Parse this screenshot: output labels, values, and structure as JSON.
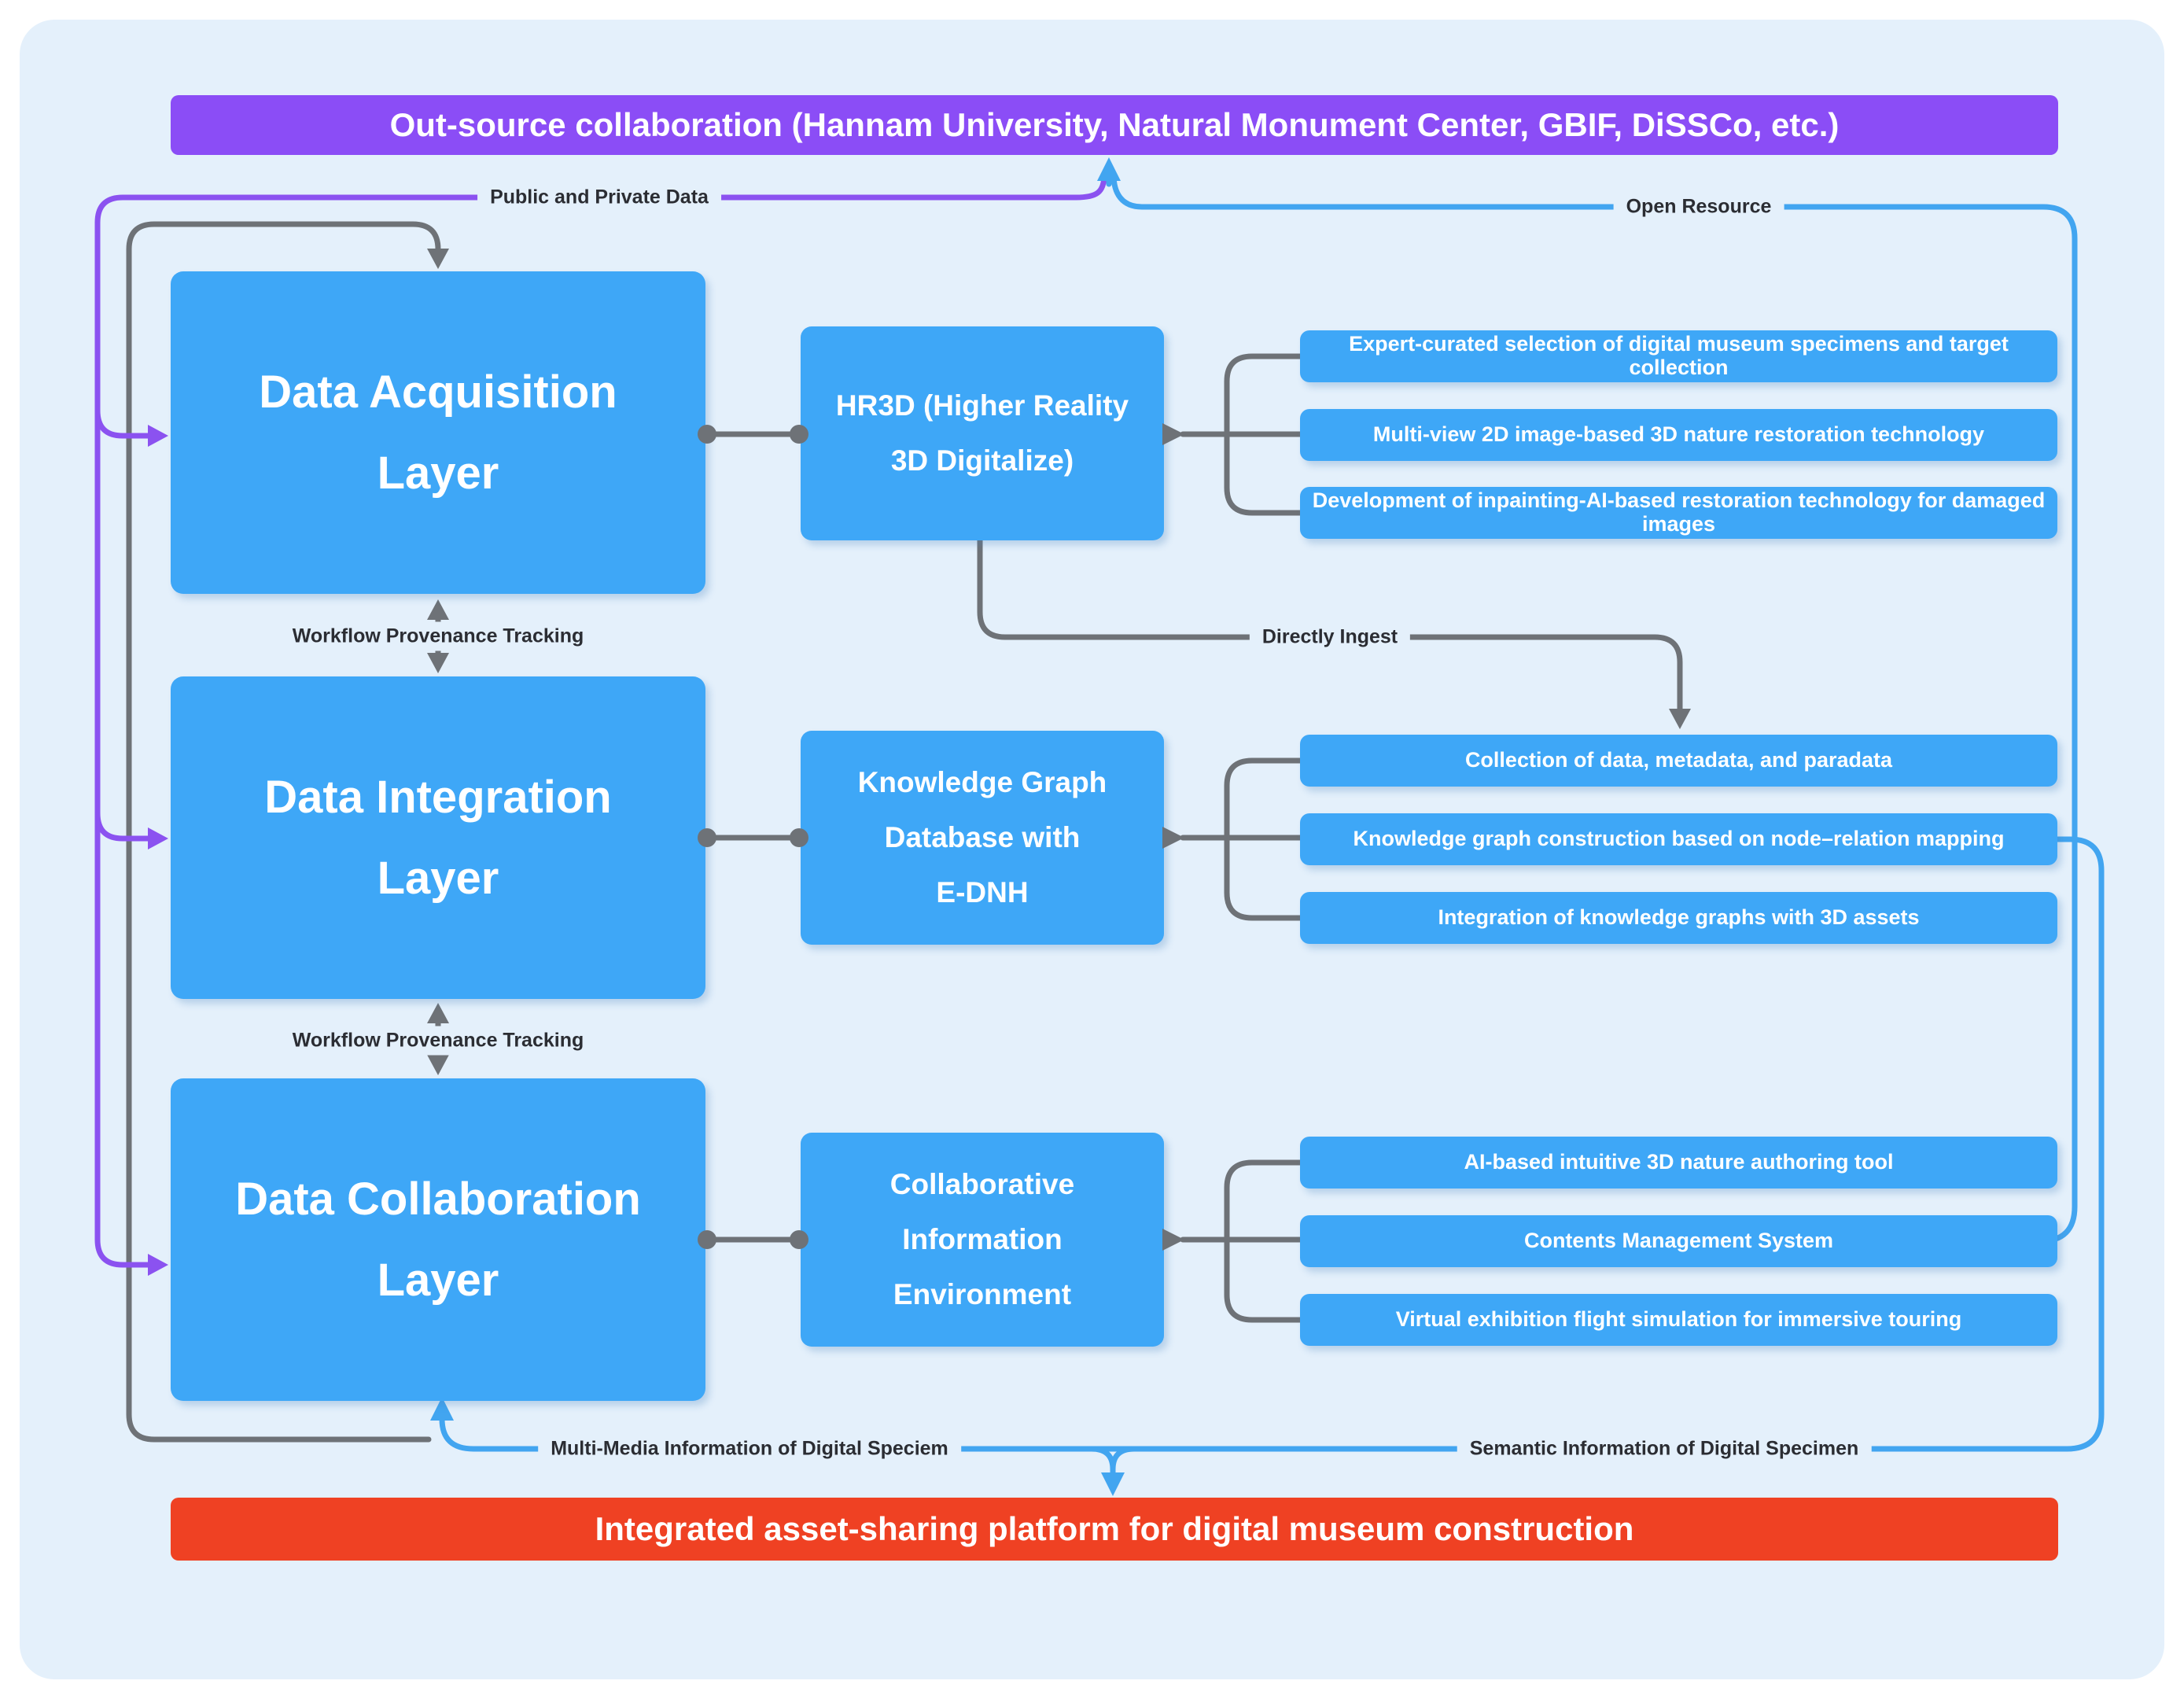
{
  "colors": {
    "page_bg": "#FFFFFF",
    "panel_bg": "#E4F0FB",
    "node_blue": "#3EA7F7",
    "banner_purple": "#8B4DF6",
    "banner_red": "#EF4123",
    "line_gray": "#6E7277",
    "line_purple": "#8B52F0",
    "line_blue": "#42A5F0",
    "label_text": "#2B2D33",
    "node_text": "#FFFFFF"
  },
  "top_banner": "Out-source collaboration (Hannam University, Natural Monument Center, GBIF, DiSSCo, etc.)",
  "bottom_banner": "Integrated asset-sharing platform for digital museum construction",
  "edge_labels": {
    "public_private": "Public and Private Data",
    "open_resource": "Open Resource",
    "workflow_1": "Workflow Provenance Tracking",
    "workflow_2": "Workflow Provenance Tracking",
    "directly_ingest": "Directly Ingest",
    "multimedia": "Multi-Media Information of Digital Speciem",
    "semantic": "Semantic Information of Digital Specimen"
  },
  "layers": [
    {
      "title": [
        "Data Acquisition",
        "Layer"
      ],
      "hub": [
        "HR3D (Higher Reality",
        "3D Digitalize)"
      ],
      "items": [
        "Expert-curated selection of digital museum specimens and target collection",
        "Multi-view 2D image-based 3D nature restoration technology",
        "Development of inpainting-AI-based restoration technology for damaged images"
      ]
    },
    {
      "title": [
        "Data Integration",
        "Layer"
      ],
      "hub": [
        "Knowledge Graph",
        "Database with",
        "E-DNH"
      ],
      "items": [
        "Collection of data, metadata, and paradata",
        "Knowledge graph construction based on node–relation mapping",
        "Integration of knowledge graphs with 3D assets"
      ]
    },
    {
      "title": [
        "Data Collaboration",
        "Layer"
      ],
      "hub": [
        "Collaborative",
        "Information",
        "Environment"
      ],
      "items": [
        "AI-based intuitive 3D nature authoring tool",
        "Contents Management System",
        "Virtual exhibition flight simulation for immersive touring"
      ]
    }
  ]
}
